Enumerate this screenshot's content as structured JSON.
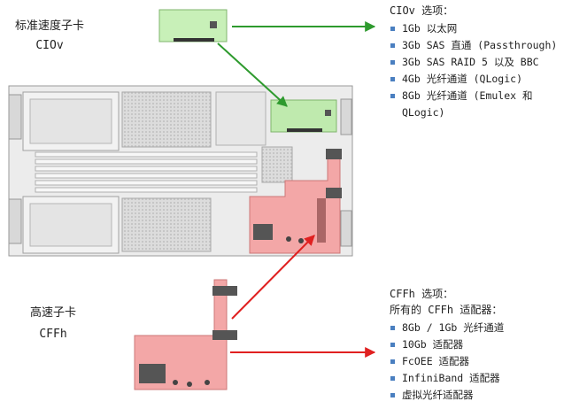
{
  "cards": {
    "standard": {
      "title_cn": "标准速度子卡",
      "title_en": "CIOv"
    },
    "high_speed": {
      "title_cn": "高速子卡",
      "title_en": "CFFh"
    }
  },
  "ciov_options": {
    "heading": "CIOv 选项：",
    "items": [
      "1Gb 以太网",
      "3Gb SAS 直通 (Passthrough)",
      "3Gb SAS RAID 5 以及 BBC",
      "4Gb 光纤通道 (QLogic)",
      "8Gb 光纤通道 (Emulex 和",
      "QLogic)"
    ]
  },
  "cffh_options": {
    "heading": "CFFh 选项：",
    "subheading": "所有的 CFFh 适配器：",
    "items": [
      "8Gb / 1Gb 光纤通道",
      "10Gb 适配器",
      "FcOEE 适配器",
      "InfiniBand 适配器",
      "虚拟光纤适配器"
    ]
  },
  "colors": {
    "green_card": "#c8f0b8",
    "green_arrow": "#2e9a2e",
    "red_card": "#f3a7a7",
    "red_arrow": "#e02020",
    "bullet": "#4a7fc0"
  }
}
